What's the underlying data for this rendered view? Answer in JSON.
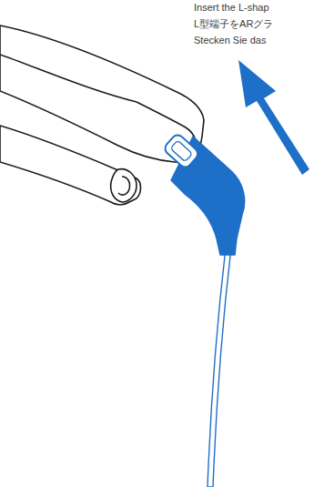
{
  "diagram": {
    "labels": [
      "Insert the L-shap",
      "L型端子をARグラ",
      "Stecken Sie das"
    ]
  }
}
